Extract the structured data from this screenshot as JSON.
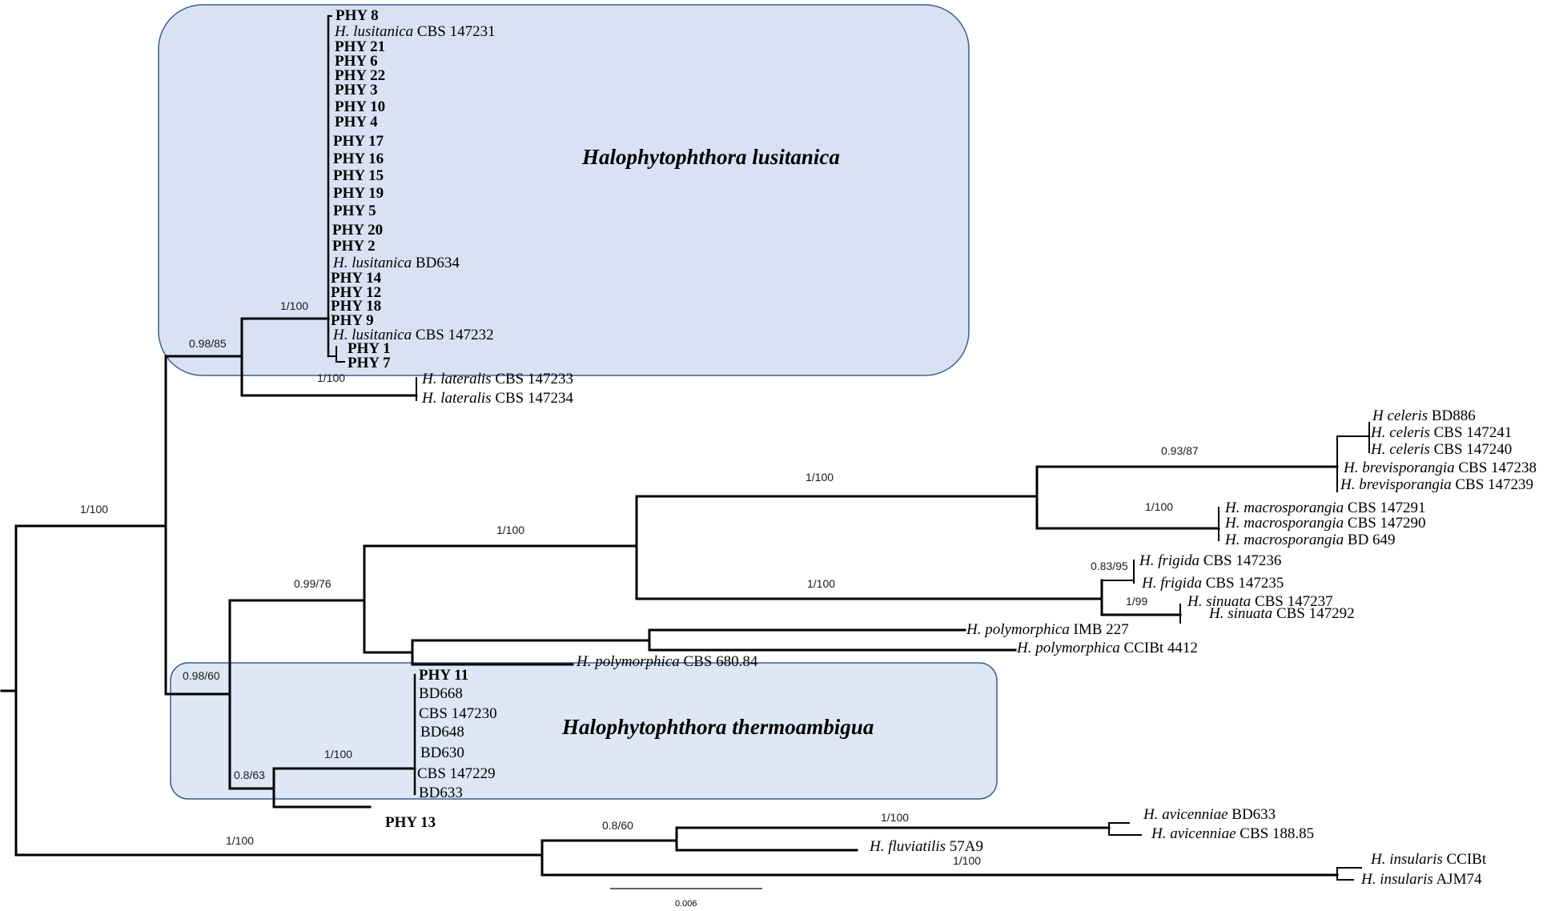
{
  "clades": {
    "lusitanica": {
      "title": "Halophytophthora lusitanica",
      "fill": "#d9e2f3"
    },
    "thermoambigua": {
      "title": "Halophytophthora thermoambigua",
      "fill": "#dde7f5"
    }
  },
  "colors": {
    "branch": "#000000",
    "box_stroke": "#3a5f8f"
  },
  "tips": {
    "phy8": {
      "name": "PHY 8"
    },
    "lus147231": {
      "species": "H. lusitanica",
      "strain": " CBS 147231"
    },
    "phy21": {
      "name": "PHY 21"
    },
    "phy6": {
      "name": "PHY 6"
    },
    "phy22": {
      "name": "PHY 22"
    },
    "phy3": {
      "name": "PHY 3"
    },
    "phy10": {
      "name": "PHY 10"
    },
    "phy4": {
      "name": "PHY 4"
    },
    "phy17": {
      "name": "PHY 17"
    },
    "phy16": {
      "name": "PHY 16"
    },
    "phy15": {
      "name": "PHY 15"
    },
    "phy19": {
      "name": "PHY 19"
    },
    "phy5": {
      "name": "PHY 5"
    },
    "phy20": {
      "name": "PHY 20"
    },
    "phy2": {
      "name": "PHY 2"
    },
    "lusBD634": {
      "species": "H. lusitanica",
      "strain": " BD634"
    },
    "phy14": {
      "name": "PHY 14"
    },
    "phy12": {
      "name": "PHY 12"
    },
    "phy18": {
      "name": "PHY 18"
    },
    "phy9": {
      "name": "PHY 9"
    },
    "lus147232": {
      "species": "H. lusitanica",
      "strain": " CBS 147232"
    },
    "phy1": {
      "name": "PHY 1"
    },
    "phy7": {
      "name": "PHY 7"
    },
    "lat147233": {
      "species": "H. lateralis",
      "strain": " CBS 147233"
    },
    "lat147234": {
      "species": "H. lateralis",
      "strain": " CBS 147234"
    },
    "celBD886": {
      "species": "H celeris",
      "strain": " BD886"
    },
    "cel147241": {
      "species": "H. celeris",
      "strain": " CBS 147241"
    },
    "cel147240": {
      "species": "H. celeris",
      "strain": " CBS 147240"
    },
    "bre147238": {
      "species": "H. brevisporangia",
      "strain": " CBS 147238"
    },
    "bre147239": {
      "species": "H. brevisporangia",
      "strain": " CBS 147239"
    },
    "mac147291": {
      "species": "H. macrosporangia",
      "strain": " CBS 147291"
    },
    "mac147290": {
      "species": "H. macrosporangia",
      "strain": " CBS 147290"
    },
    "macBD649": {
      "species": "H. macrosporangia",
      "strain": " BD 649"
    },
    "fri147236": {
      "species": "H. frigida",
      "strain": " CBS 147236"
    },
    "fri147235": {
      "species": "H. frigida",
      "strain": " CBS 147235"
    },
    "sin147237": {
      "species": "H. sinuata",
      "strain": " CBS 147237"
    },
    "sin147292": {
      "species": "H. sinuata",
      "strain": " CBS 147292"
    },
    "polIMB227": {
      "species": "H. polymorphica",
      "strain": " IMB 227"
    },
    "polCCIBt4412": {
      "species": "H. polymorphica",
      "strain": " CCIBt 4412"
    },
    "pol68084": {
      "species": "H. polymorphica",
      "strain": " CBS 680.84"
    },
    "phy11": {
      "name": "PHY 11"
    },
    "bd668": {
      "name": "BD668"
    },
    "cbs147230": {
      "name": "CBS 147230"
    },
    "bd648": {
      "name": "BD648"
    },
    "bd630": {
      "name": "BD630"
    },
    "cbs147229": {
      "name": "CBS 147229"
    },
    "bd633": {
      "name": "BD633"
    },
    "phy13": {
      "name": "PHY 13"
    },
    "aviBD633": {
      "species": "H. avicenniae",
      "strain": " BD633"
    },
    "avi18885": {
      "species": "H. avicenniae",
      "strain": " CBS 188.85"
    },
    "flu57A9": {
      "species": "H. fluviatilis",
      "strain": " 57A9"
    },
    "insCCIBt": {
      "species": "H. insularis",
      "strain": " CCIBt"
    },
    "insAJM74": {
      "species": "H. insularis",
      "strain": " AJM74"
    }
  },
  "supports": {
    "s1": "1/100",
    "s2": "0.98/85",
    "s3": "1/100",
    "s4": "1/100",
    "s5": "0.93/87",
    "s6": "1/100",
    "s7": "1/100",
    "s8": "1/100",
    "s9": "0.99/76",
    "s10": "1/100",
    "s11": "0.83/95",
    "s12": "1/99",
    "s13": "0.98/60",
    "s14": "0.8/63",
    "s15": "1/100",
    "s16": "1/100",
    "s17": "0.8/60",
    "s18": "1/100",
    "s19": "1/100"
  },
  "scale": {
    "label": "0.006"
  }
}
